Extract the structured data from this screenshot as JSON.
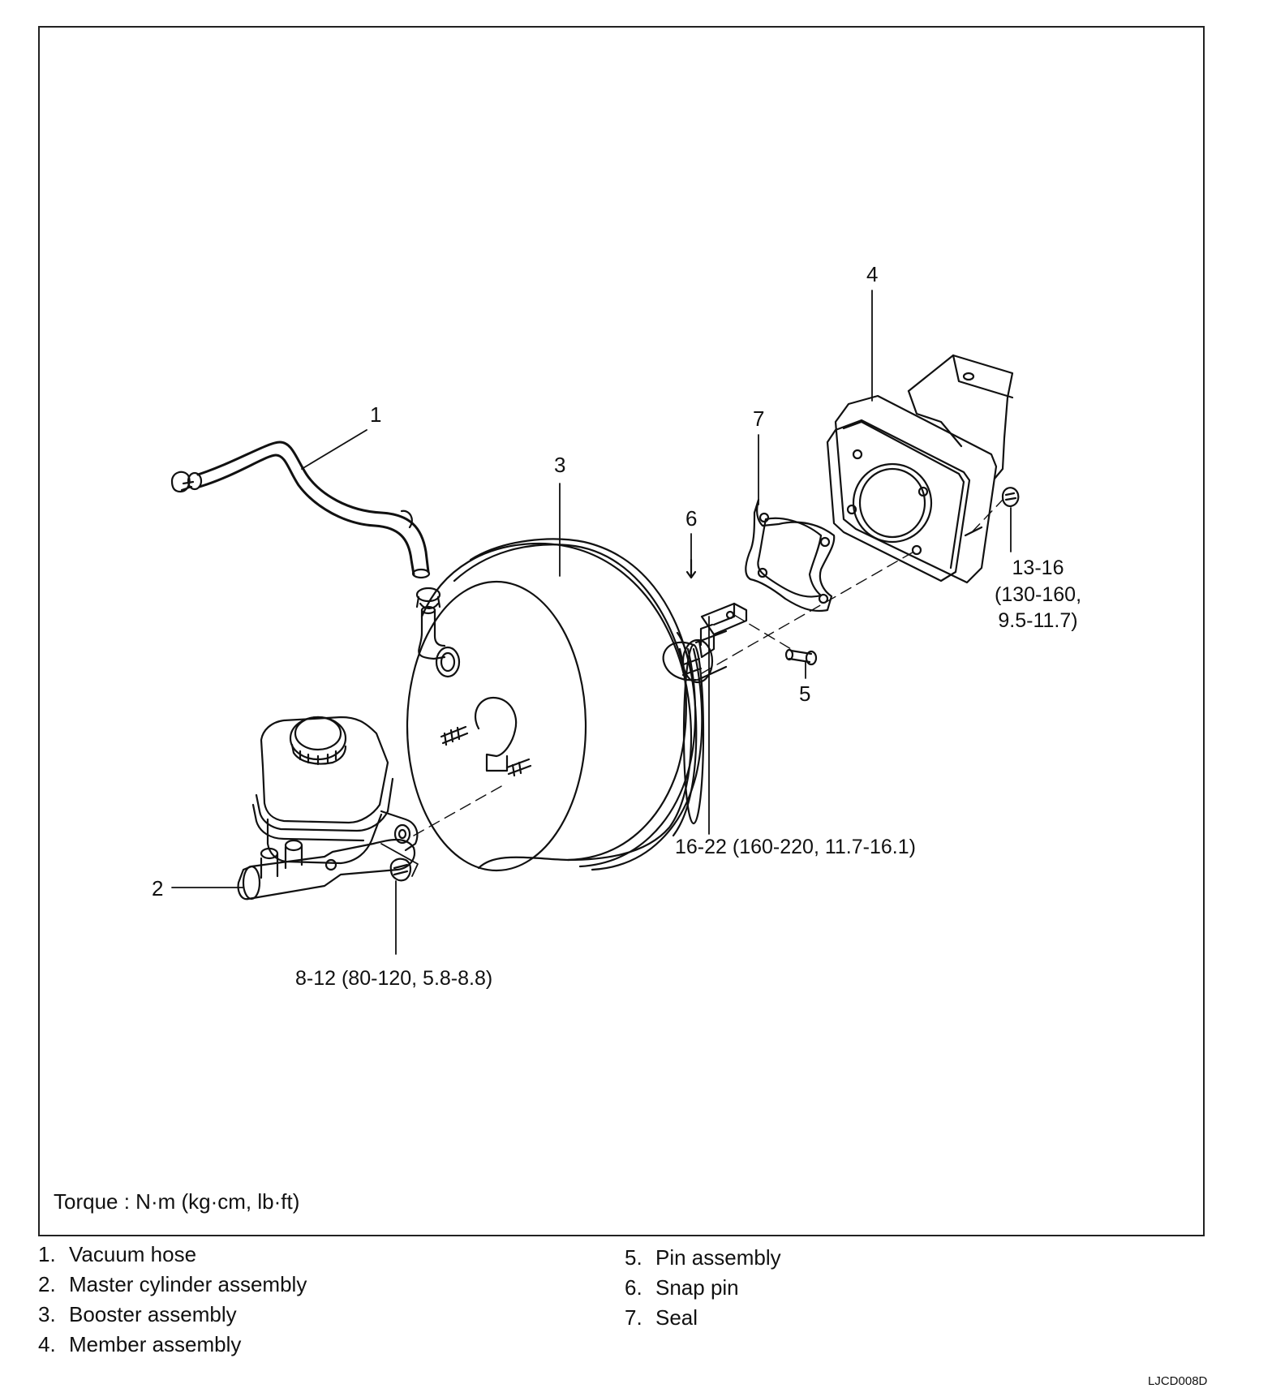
{
  "callouts": {
    "c1": "1",
    "c2": "2",
    "c3": "3",
    "c4": "4",
    "c5": "5",
    "c6": "6",
    "c7": "7"
  },
  "torques": {
    "member_nut": [
      "13-16",
      "(130-160,",
      "9.5-11.7)"
    ],
    "booster_nut": "16-22 (160-220, 11.7-16.1)",
    "master_cyl_nut": "8-12 (80-120, 5.8-8.8)"
  },
  "torque_unit": "Torque : N·m (kg·cm, lb·ft)",
  "legend": {
    "left": [
      {
        "num": "1.",
        "label": "Vacuum hose"
      },
      {
        "num": "2.",
        "label": "Master cylinder assembly"
      },
      {
        "num": "3.",
        "label": "Booster assembly"
      },
      {
        "num": "4.",
        "label": "Member assembly"
      }
    ],
    "right": [
      {
        "num": "5.",
        "label": "Pin assembly"
      },
      {
        "num": "6.",
        "label": "Snap pin"
      },
      {
        "num": "7.",
        "label": "Seal"
      }
    ]
  },
  "figure_code": "LJCD008D"
}
